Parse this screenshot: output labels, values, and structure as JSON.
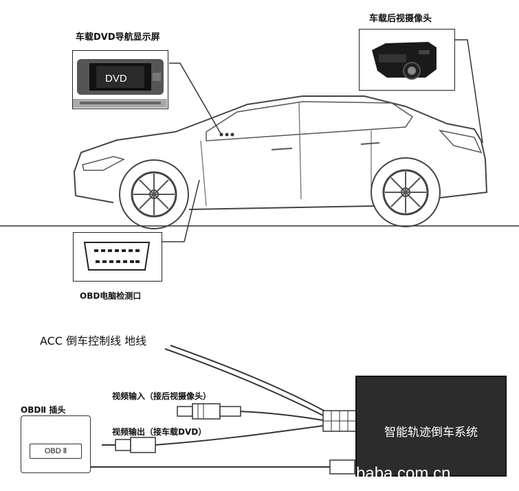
{
  "labels": {
    "dvd_screen": "车载DVD导航显示屏",
    "rear_camera": "车载后视摄像头",
    "obd_port": "OBD电脑检测口",
    "dvd_display_text": "DVD",
    "acc_line": "ACC 倒车控制线 地线",
    "obd_plug_title": "OBDⅡ 插头",
    "obd_plug_text": "OBD Ⅱ",
    "video_in": "视频输入（接后视摄像头）",
    "video_out": "视频输出（接车载DVD）",
    "control_box": "智能轨迹倒车系统",
    "watermark": "baba.com.cn"
  },
  "colors": {
    "control_box_bg": "#2c2c2c",
    "line": "#222222"
  }
}
